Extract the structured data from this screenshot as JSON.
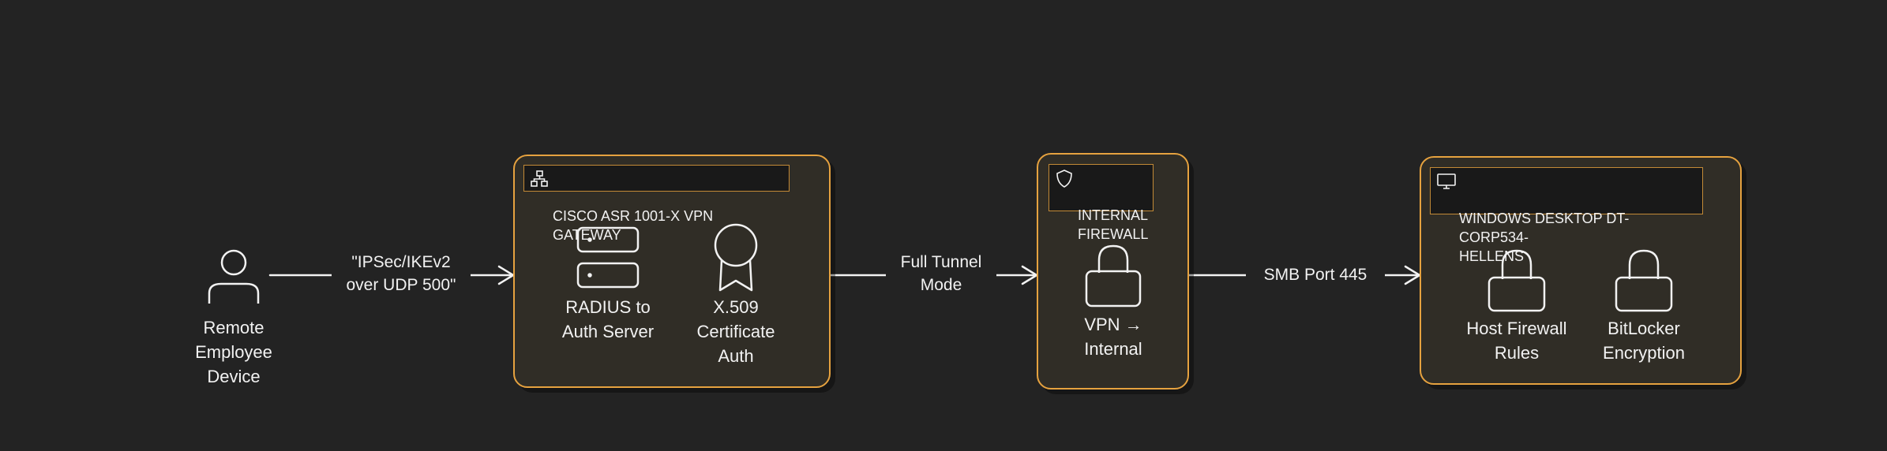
{
  "diagram": {
    "nodes": {
      "remote_device": {
        "label": "Remote\nEmployee\nDevice",
        "icon": "user-icon"
      },
      "radius": {
        "label": "RADIUS to\nAuth Server",
        "icon": "server-icon"
      },
      "x509": {
        "label": "X.509\nCertificate\nAuth",
        "icon": "certificate-icon"
      },
      "vpn_internal": {
        "label": "VPN →\nInternal",
        "icon": "lock-icon"
      },
      "host_firewall": {
        "label": "Host Firewall\nRules",
        "icon": "lock-icon"
      },
      "bitlocker": {
        "label": "BitLocker\nEncryption",
        "icon": "lock-icon"
      }
    },
    "groups": {
      "vpn_gateway": {
        "title": "CISCO ASR 1001-X VPN GATEWAY",
        "icon": "network-icon"
      },
      "internal_firewall": {
        "title": "INTERNAL\nFIREWALL",
        "icon": "shield-icon"
      },
      "windows_desktop": {
        "title": "WINDOWS DESKTOP DT-CORP534-\nHELLENS",
        "icon": "monitor-icon"
      }
    },
    "edges": [
      {
        "from": "remote_device",
        "to": "vpn_gateway",
        "label": "\"IPSec/IKEv2\nover UDP 500\""
      },
      {
        "from": "vpn_gateway",
        "to": "internal_firewall",
        "label": "Full Tunnel\nMode"
      },
      {
        "from": "internal_firewall",
        "to": "windows_desktop",
        "label": "SMB Port 445"
      }
    ],
    "colors": {
      "background": "#232323",
      "group_border": "#e6a23f",
      "group_fill": "#302d26",
      "line": "#f2f2f2"
    }
  }
}
